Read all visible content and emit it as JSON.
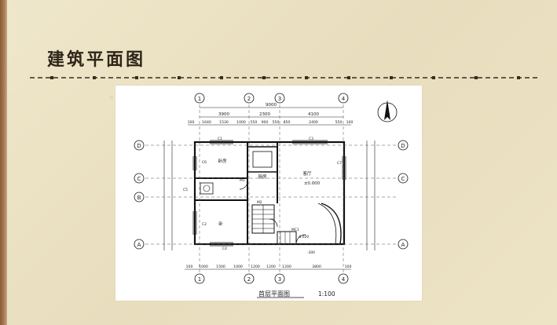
{
  "slide": {
    "title": "建筑平面图"
  },
  "plan": {
    "caption": "首层平面图",
    "scale": "1:100",
    "north_icon": "north-arrow-icon",
    "axis_top": [
      "1",
      "2",
      "3",
      "4"
    ],
    "axis_bottom": [
      "1",
      "2",
      "3",
      "4"
    ],
    "axis_left": [
      "D",
      "C",
      "B",
      "A"
    ],
    "axis_right": [
      "D",
      "C",
      "A"
    ],
    "dims_top_overall": "9000",
    "dims_top_mid": [
      "3900",
      "2300",
      "4100"
    ],
    "dims_top_detail": [
      "100",
      "1640",
      "1530",
      "1000",
      "550",
      "900",
      "550",
      "850",
      "2400",
      "550",
      "100"
    ],
    "dims_bottom": [
      "100",
      "1000",
      "1500",
      "1000",
      "1200",
      "1200",
      "1200",
      "3800",
      "100"
    ],
    "rooms": {
      "room1": "卧房",
      "room2": "厨房",
      "room3": "客厅",
      "room4": "卧",
      "elevation": "±0.000"
    },
    "tags": {
      "mc1": "MC1",
      "m1": "M1",
      "m2": "M2",
      "c1": "C1",
      "c2": "C2",
      "c3": "C3",
      "c4": "C4",
      "c5": "C5",
      "c6": "C6",
      "c7": "C7"
    },
    "step_elevation": "-0.020",
    "porch_dim": "-300"
  }
}
